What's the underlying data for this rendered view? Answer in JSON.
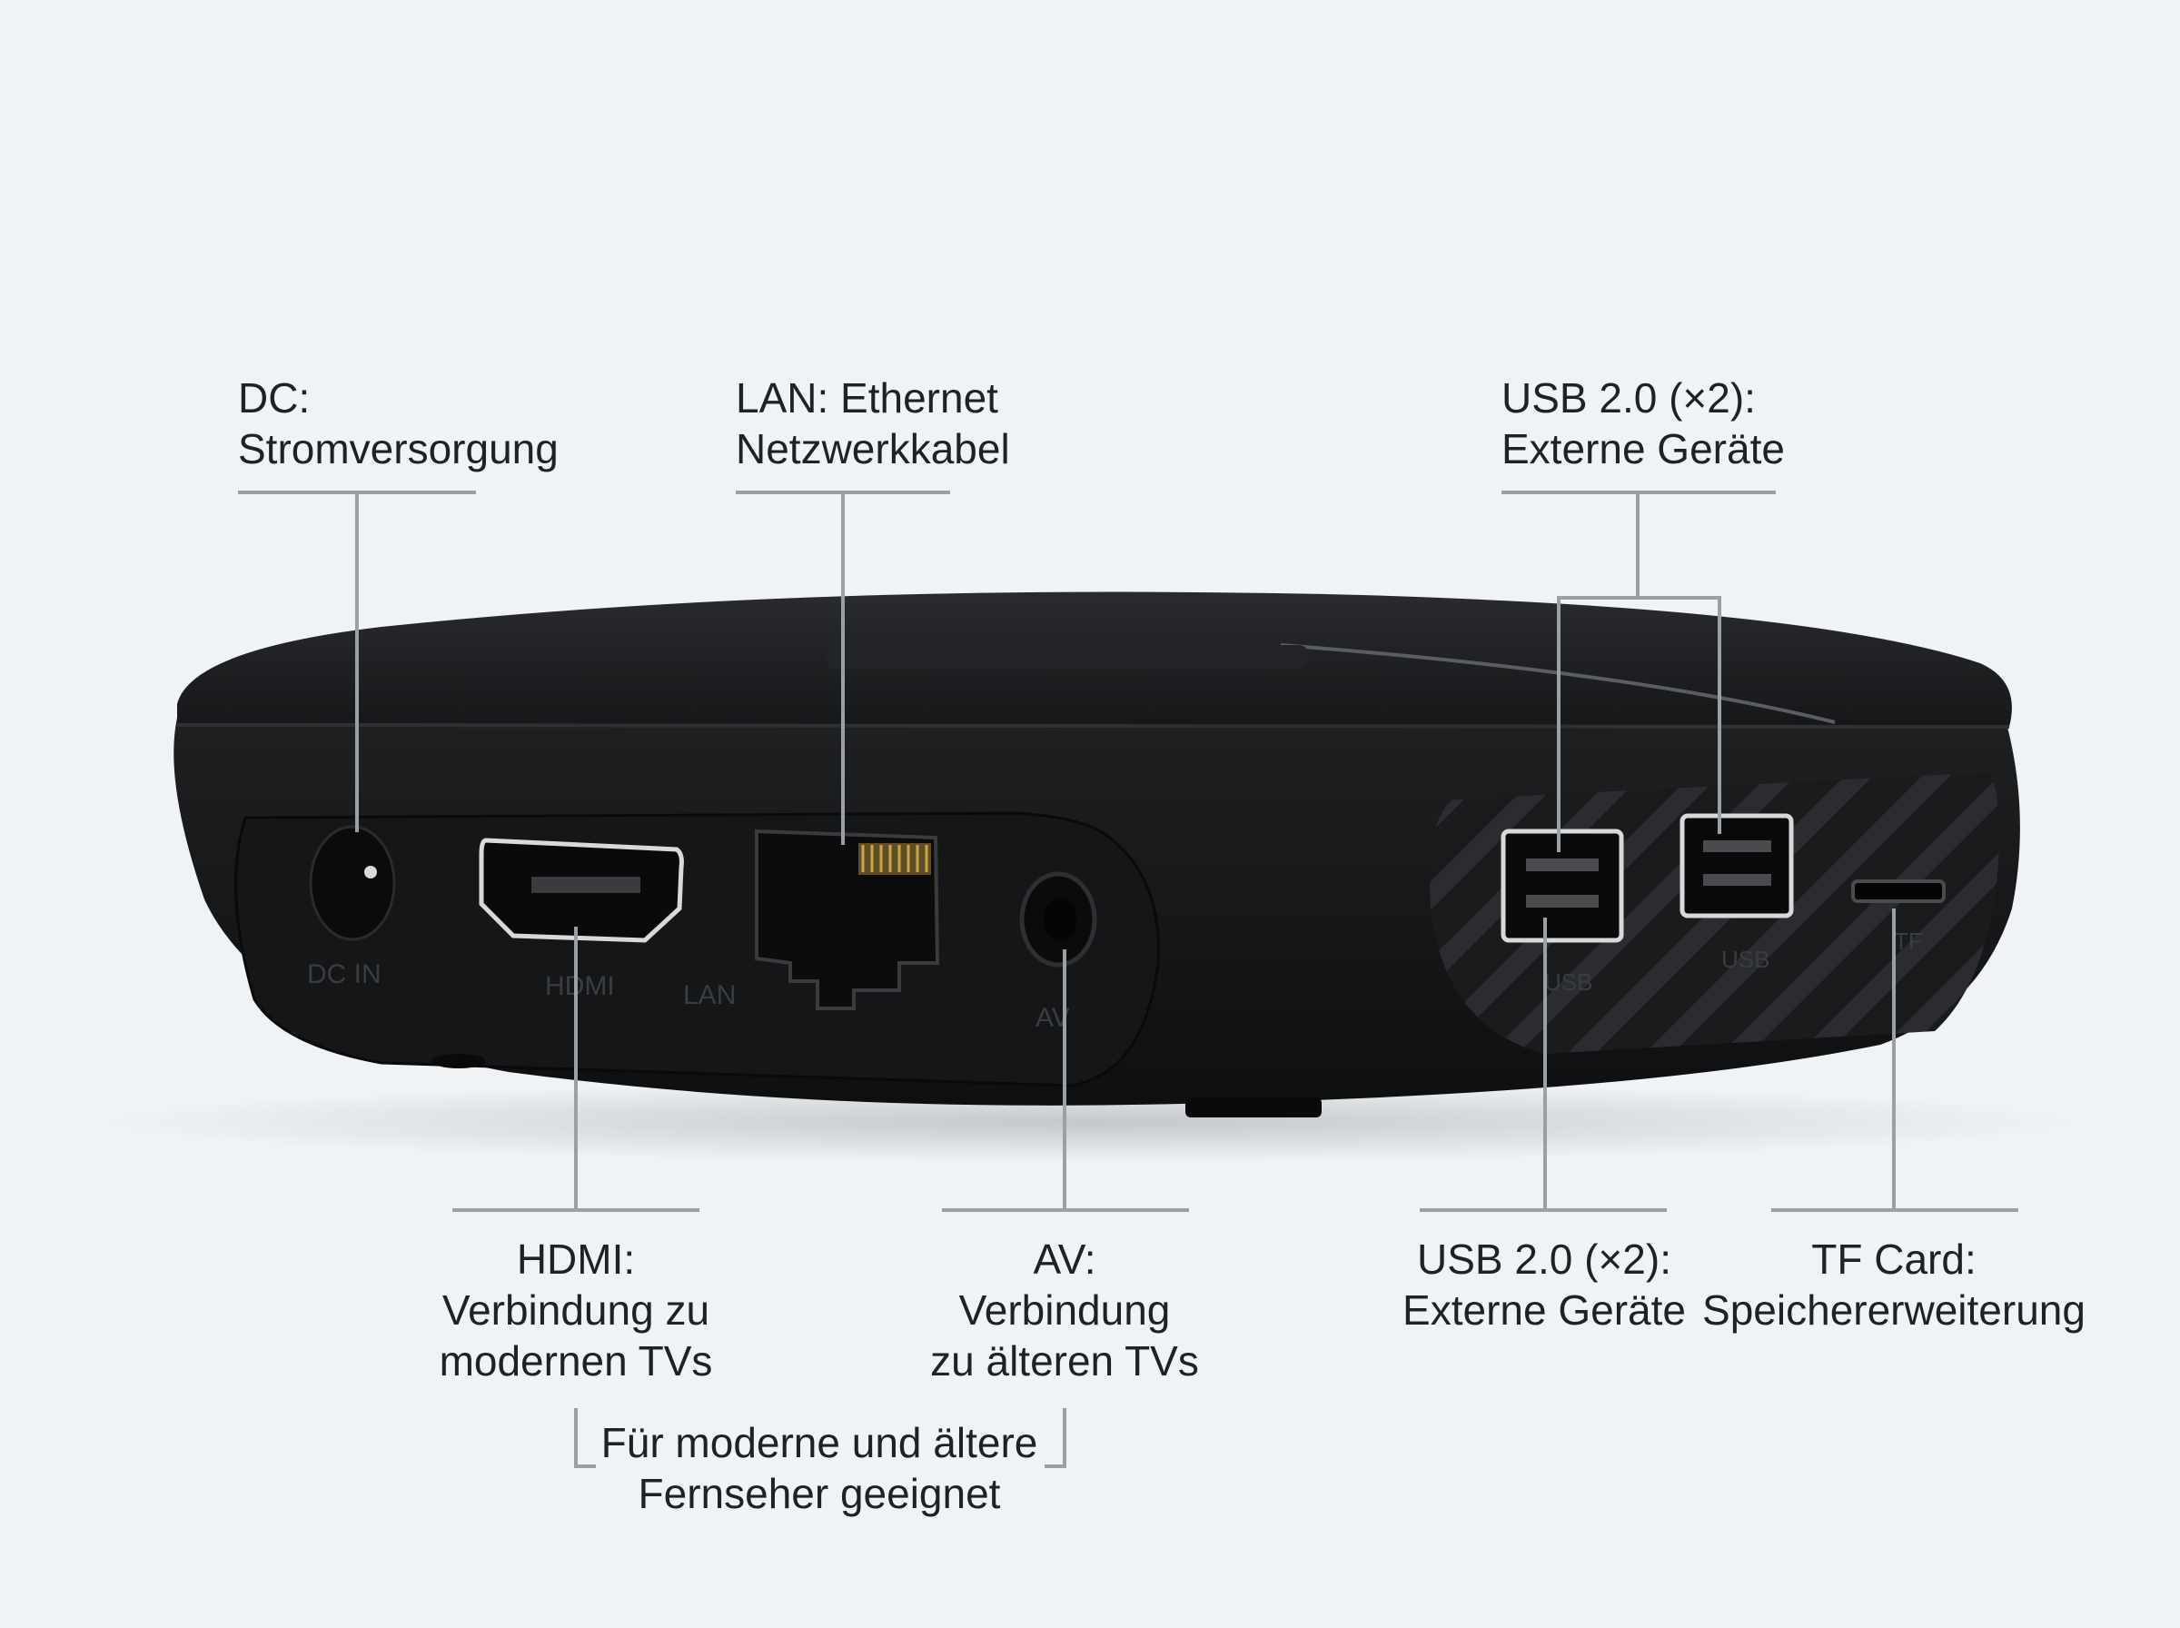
{
  "labels": {
    "dc": {
      "title": "DC:",
      "desc": "Stromversorgung"
    },
    "lan": {
      "title": "LAN: Ethernet",
      "desc": "Netzwerkkabel"
    },
    "usb_top": {
      "title": "USB 2.0 (×2):",
      "desc": "Externe Geräte"
    },
    "hdmi": {
      "title": "HDMI:",
      "desc1": "Verbindung zu",
      "desc2": "modernen TVs"
    },
    "av": {
      "title": "AV:",
      "desc1": "Verbindung",
      "desc2": "zu älteren TVs"
    },
    "usb_bottom": {
      "title": "USB 2.0 (×2):",
      "desc": "Externe Geräte"
    },
    "tf": {
      "title": "TF Card:",
      "desc": "Speichererweiterung"
    },
    "bracket": {
      "line1": "Für moderne und ältere",
      "line2": "Fernseher geeignet"
    }
  },
  "port_markings": {
    "dc": "DC  IN",
    "hdmi": "HDMI",
    "lan": "LAN",
    "av": "AV",
    "usb1": "USB",
    "usb2": "USB",
    "tf": "TF"
  },
  "colors": {
    "background": "#f0f3f6",
    "device": "#1b1c1e",
    "callout_line": "#9aa0a8",
    "text": "#1e2226"
  }
}
